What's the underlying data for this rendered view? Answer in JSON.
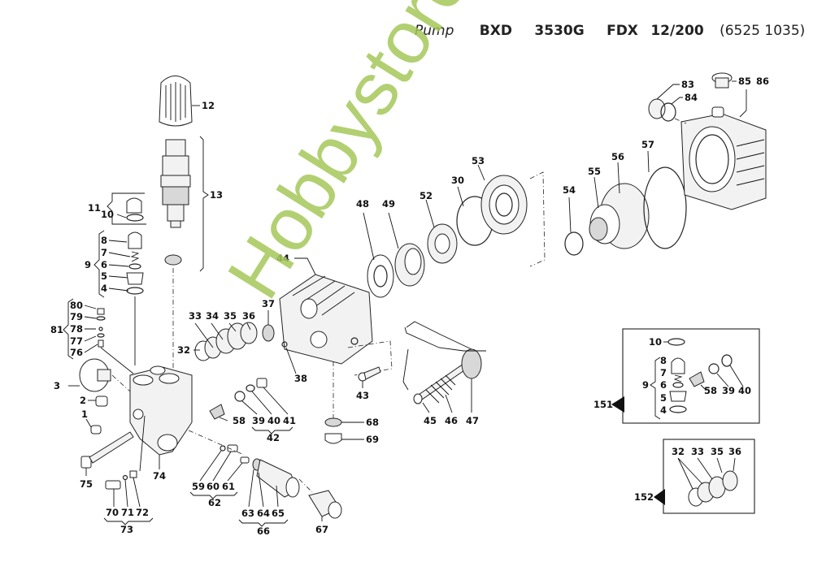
{
  "header": {
    "prefix": "Pump",
    "model": "BXD",
    "variant": "3530G",
    "series": "FDX",
    "rating": "12/200",
    "code": "(6525 1035)"
  },
  "watermark": {
    "text": "Hobbystore.it",
    "color": "#a5c85a"
  },
  "labels": {
    "p1": "1",
    "p2": "2",
    "p3": "3",
    "p4": "4",
    "p5": "5",
    "p6": "6",
    "p7": "7",
    "p8": "8",
    "p9": "9",
    "p10": "10",
    "p11": "11",
    "p12": "12",
    "p13": "13",
    "p30": "30",
    "p32": "32",
    "p33": "33",
    "p34": "34",
    "p35": "35",
    "p36": "36",
    "p37": "37",
    "p38": "38",
    "p39": "39",
    "p40": "40",
    "p41": "41",
    "p42": "42",
    "p43": "43",
    "p44": "44",
    "p45": "45",
    "p46": "46",
    "p47": "47",
    "p48": "48",
    "p49": "49",
    "p52": "52",
    "p53": "53",
    "p54": "54",
    "p55": "55",
    "p56": "56",
    "p57": "57",
    "p58": "58",
    "p59": "59",
    "p60": "60",
    "p61": "61",
    "p62": "62",
    "p63": "63",
    "p64": "64",
    "p65": "65",
    "p66": "66",
    "p67": "67",
    "p68": "68",
    "p69": "69",
    "p70": "70",
    "p71": "71",
    "p72": "72",
    "p73": "73",
    "p74": "74",
    "p75": "75",
    "p76": "76",
    "p77": "77",
    "p78": "78",
    "p79": "79",
    "p80": "80",
    "p81": "81",
    "p83": "83",
    "p84": "84",
    "p85": "85",
    "p86": "86"
  },
  "kits": {
    "k151": {
      "label": "151",
      "items": {
        "p10": "10",
        "p8": "8",
        "p7": "7",
        "p9": "9",
        "p6": "6",
        "p5": "5",
        "p4": "4",
        "p58": "58",
        "p39": "39",
        "p40": "40"
      }
    },
    "k152": {
      "label": "152",
      "items": {
        "p32": "32",
        "p33": "33",
        "p35": "35",
        "p36": "36"
      }
    }
  }
}
